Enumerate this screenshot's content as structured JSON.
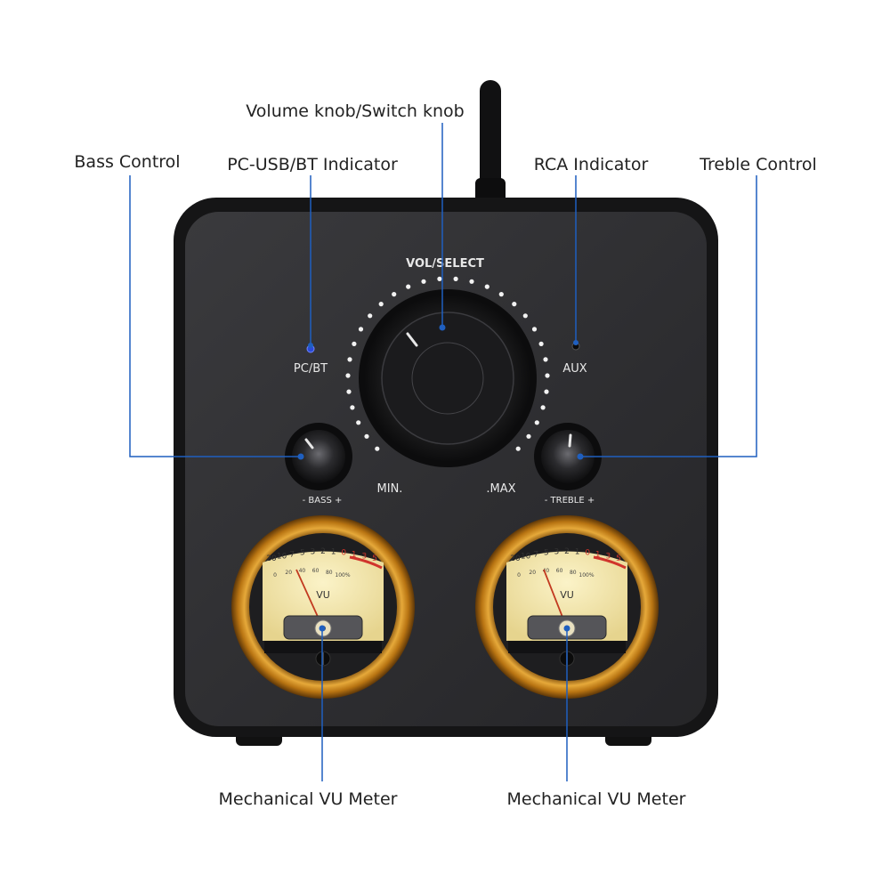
{
  "callouts": {
    "volume_knob": "Volume knob/Switch knob",
    "bass_control": "Bass Control",
    "pc_usb_bt_indicator": "PC-USB/BT Indicator",
    "rca_indicator": "RCA Indicator",
    "treble_control": "Treble Control",
    "vu_meter_left": "Mechanical VU Meter",
    "vu_meter_right": "Mechanical VU Meter"
  },
  "panel": {
    "vol_select": "VOL/SELECT",
    "pc_bt": "PC/BT",
    "aux": "AUX",
    "min": "MIN.",
    "max": ".MAX",
    "bass": "- BASS +",
    "treble": "- TREBLE +"
  },
  "vu": {
    "db_scale": [
      "20",
      "10",
      "7",
      "5",
      "3",
      "2",
      "1",
      "0",
      "1",
      "3",
      "5"
    ],
    "pct_scale": [
      "0",
      "20",
      "40",
      "60",
      "80",
      "100%"
    ],
    "label": "VU"
  },
  "colors": {
    "callout_line": "#1f5fbf",
    "callout_text": "#222222",
    "chassis": "#1a1a1c",
    "panel": "#333336",
    "panel_text": "#e8e8e8",
    "vu_ring": "#c9871c",
    "vu_face": "#f3e7b2",
    "vu_red": "#d0342c",
    "led_blue": "#2a4ad8"
  }
}
